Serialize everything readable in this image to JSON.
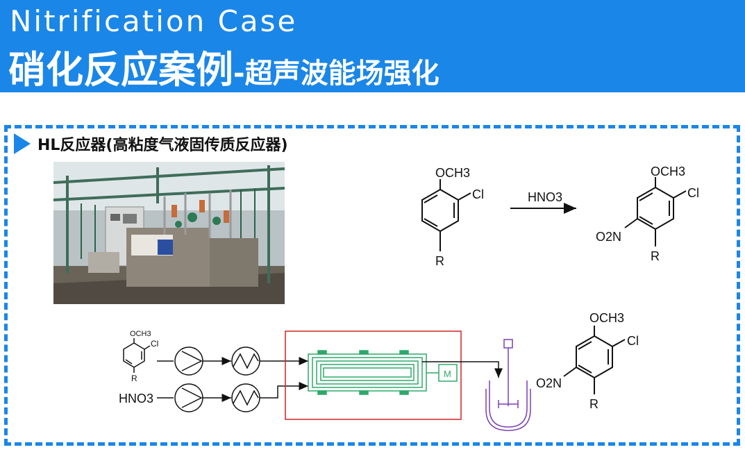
{
  "header": {
    "title_en": "Nitrification Case",
    "title_cn_main": "硝化反应案例",
    "title_cn_sub": "-超声波能场强化"
  },
  "section": {
    "title": "HL反应器(高粘度气液固传质反应器)"
  },
  "reaction_top": {
    "reactant_ome": "OCH3",
    "reactant_cl": "Cl",
    "reactant_r": "R",
    "reagent": "HNO3",
    "product_ome": "OCH3",
    "product_cl": "Cl",
    "product_no2": "O2N",
    "product_r": "R"
  },
  "flow": {
    "feed_ome": "OCH3",
    "feed_cl": "Cl",
    "feed_r": "R",
    "feed_hno3": "HNO3",
    "motor_label": "M",
    "out_ome": "OCH3",
    "out_cl": "Cl",
    "out_no2": "O2N",
    "out_r": "R"
  },
  "colors": {
    "brand_blue": "#1a86e8",
    "reactor_green": "#2ea86a",
    "box_red": "#d42020",
    "vessel_purple": "#7a3fb0"
  }
}
